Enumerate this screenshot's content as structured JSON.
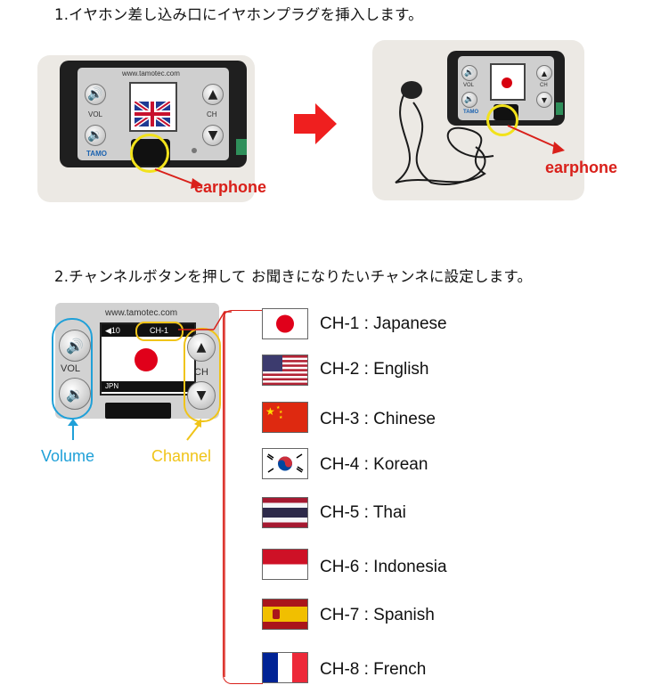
{
  "step1": {
    "title": "1.イヤホン差し込み口にイヤホンプラグを挿入します。"
  },
  "step2": {
    "title": "2.チャンネルボタンを押して お聞きになりたいチャンネに設定します。"
  },
  "photo1": {
    "url_text": "www.tamotec.com",
    "vol_label": "VOL",
    "ch_label": "CH",
    "brand": "TAMO",
    "earphone_label": "earphone"
  },
  "photo2": {
    "vol_label": "VOL",
    "ch_label": "CH",
    "brand": "TAMO",
    "earphone_label": "earphone"
  },
  "device_closeup": {
    "url_text": "www.tamotec.com",
    "volume_indicator": "◀10",
    "channel_indicator": "CH-1",
    "vol_label": "VOL",
    "ch_label": "CH",
    "screen_lang": "JPN"
  },
  "annotations": {
    "volume": "Volume",
    "channel": "Channel",
    "volume_color": "#1fa0d8",
    "channel_color": "#f0c419"
  },
  "channels": [
    {
      "label": "CH-1 : Japanese",
      "flag": "japan-flag"
    },
    {
      "label": "CH-2 : English",
      "flag": "usa-flag"
    },
    {
      "label": "CH-3 : Chinese",
      "flag": "china-flag"
    },
    {
      "label": "CH-4 : Korean",
      "flag": "korea-flag"
    },
    {
      "label": "CH-5 : Thai",
      "flag": "thailand-flag"
    },
    {
      "label": "CH-6 : Indonesia",
      "flag": "indonesia-flag"
    },
    {
      "label": "CH-7 : Spanish",
      "flag": "spain-flag"
    },
    {
      "label": "CH-8 : French",
      "flag": "france-flag"
    }
  ]
}
